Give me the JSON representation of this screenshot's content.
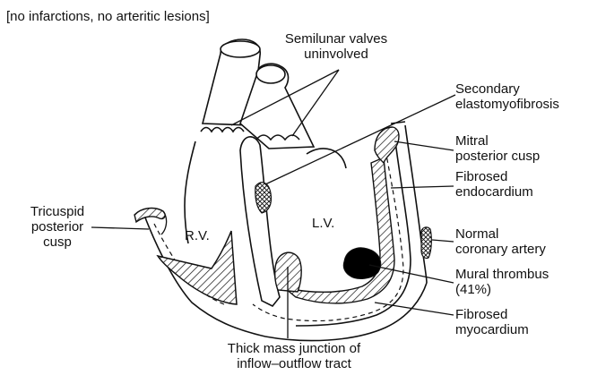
{
  "header_note": "[no infarctions, no arteritic lesions]",
  "labels": {
    "semilunar_line1": "Semilunar valves",
    "semilunar_line2": "uninvolved",
    "secondary_line1": "Secondary",
    "secondary_line2": "elastomyofibrosis",
    "mitral_line1": "Mitral",
    "mitral_line2": "posterior cusp",
    "fibrosed_endo_line1": "Fibrosed",
    "fibrosed_endo_line2": "endocardium",
    "tricuspid_line1": "Tricuspid",
    "tricuspid_line2": "posterior",
    "tricuspid_line3": "cusp",
    "rv": "R.V.",
    "lv": "L.V.",
    "normal_coronary_line1": "Normal",
    "normal_coronary_line2": "coronary artery",
    "mural_line1": "Mural thrombus",
    "mural_line2": "(41%)",
    "fibrosed_myo_line1": "Fibrosed",
    "fibrosed_myo_line2": "myocardium",
    "thick_mass_line1": "Thick mass junction of",
    "thick_mass_line2": "inflow–outflow tract"
  },
  "colors": {
    "ink": "#111111",
    "background": "#ffffff",
    "thrombus": "#000000"
  }
}
